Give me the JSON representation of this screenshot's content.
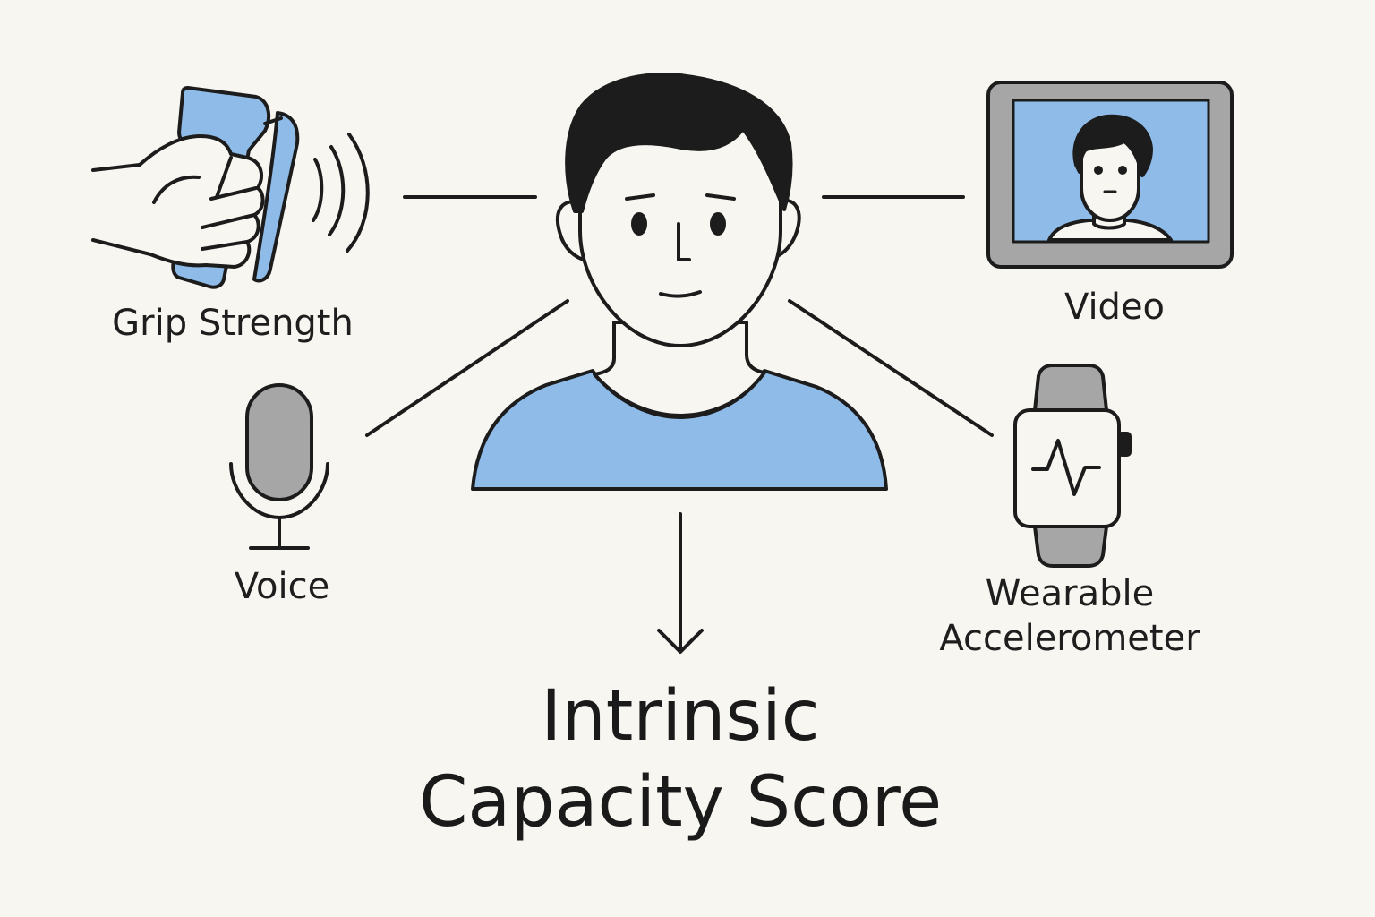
{
  "inputs": {
    "grip_strength": "Grip Strength",
    "video": "Video",
    "voice": "Voice",
    "wearable_line1": "Wearable",
    "wearable_line2": "Accelerometer"
  },
  "output": {
    "line1": "Intrinsic",
    "line2": "Capacity Score"
  },
  "colors": {
    "background": "#f8f6f0",
    "accent_blue": "#8fbbe9",
    "device_gray": "#a6a6a6",
    "stroke": "#1c1c1c"
  },
  "icons": [
    "hand-dynamometer-icon",
    "person-icon",
    "video-screen-icon",
    "microphone-icon",
    "smartwatch-icon",
    "arrow-down-icon"
  ]
}
